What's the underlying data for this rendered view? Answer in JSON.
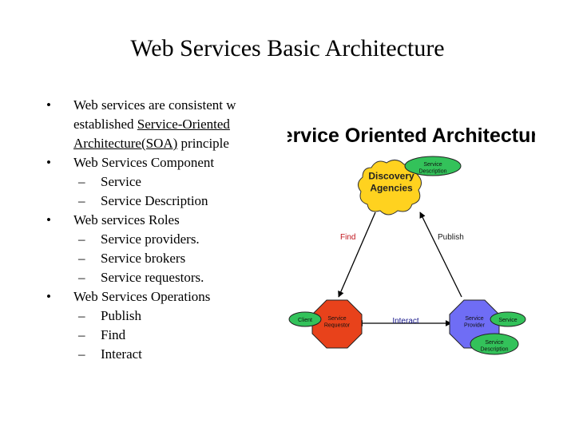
{
  "slide": {
    "title": "Web Services Basic Architecture",
    "bullets": [
      {
        "lines": [
          "Web services are consistent w"
        ]
      },
      {
        "lines": [
          "established ",
          "Service-Oriented",
          "Architecture(SOA)",
          " principle"
        ]
      }
    ],
    "components_heading": "Web Services Component",
    "components": [
      "Service",
      "Service Description"
    ],
    "roles_heading": "Web services Roles",
    "roles": [
      "Service providers.",
      "Service brokers",
      "Service requestors."
    ],
    "operations_heading": "Web Services Operations",
    "operations": [
      "Publish",
      "Find",
      "Interact"
    ]
  },
  "diagram": {
    "title": "Service Oriented Architecture",
    "service_description_top": "Service Description",
    "discovery": "Discovery Agencies",
    "find": "Find",
    "publish": "Publish",
    "interact": "Interact",
    "client": "Client",
    "requestor": "Service Requestor",
    "provider": "Service Provider",
    "service": "Service",
    "service_description_bottom": "Service Description",
    "colors": {
      "discovery": "#ffd21f",
      "requestor": "#e8421b",
      "provider": "#6f6df5",
      "ellipse": "#33c25a"
    }
  }
}
